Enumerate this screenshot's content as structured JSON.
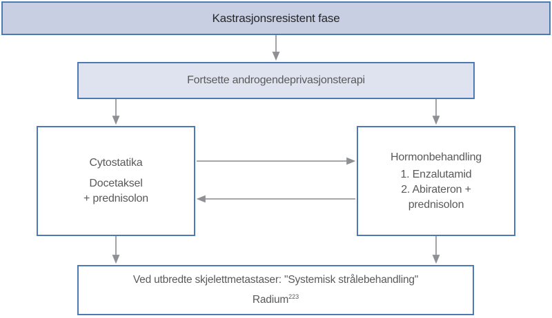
{
  "diagram": {
    "title_box": {
      "label": "Kastrasjonsresistent fase"
    },
    "adt_box": {
      "label": "Fortsette androgendeprivasjonsterapi"
    },
    "cytostatika_box": {
      "title": "Cytostatika",
      "lines": [
        "Docetaksel",
        "+ prednisolon"
      ]
    },
    "hormon_box": {
      "title": "Hormonbehandling",
      "items": [
        "1. Enzalutamid",
        "2. Abirateron +",
        "prednisolon"
      ]
    },
    "radium_box": {
      "line1": "Ved utbredte skjelettmetastaser: \"Systemisk strålebehandling\"",
      "radium_label": "Radium",
      "radium_superscript": "223"
    },
    "colors": {
      "border_blue": "#4a79b5",
      "banner_fill": "#c8cfe3",
      "adt_fill": "#dfe3f0",
      "text_dark": "#262626",
      "text_gray": "#595959",
      "arrow_gray": "#97999c"
    }
  }
}
